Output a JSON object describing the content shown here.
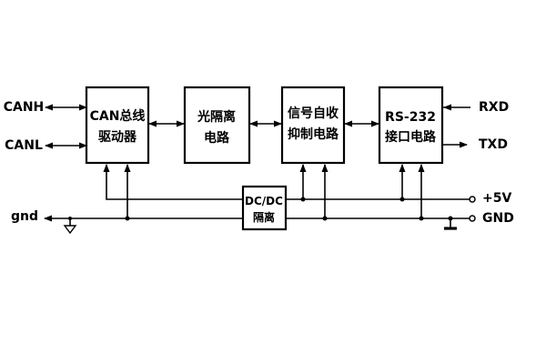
{
  "boxes": {
    "can_driver": {
      "line1": "CAN总线",
      "line2": "驱动器"
    },
    "opto": {
      "line1": "光隔离",
      "line2": "电路"
    },
    "signal": {
      "line1": "信号自收",
      "line2": "抑制电路"
    },
    "rs232": {
      "line1": "RS-232",
      "line2": "接口电路"
    },
    "dcdc": {
      "line1": "DC/DC",
      "line2": "隔离"
    }
  },
  "ports": {
    "canh": "CANH",
    "canl": "CANL",
    "gnd_left": "gnd",
    "rxd": "RXD",
    "txd": "TXD",
    "plus5v": "+5V",
    "gnd_right": "GND"
  },
  "colors": {
    "line": "#000000",
    "background": "#ffffff"
  }
}
